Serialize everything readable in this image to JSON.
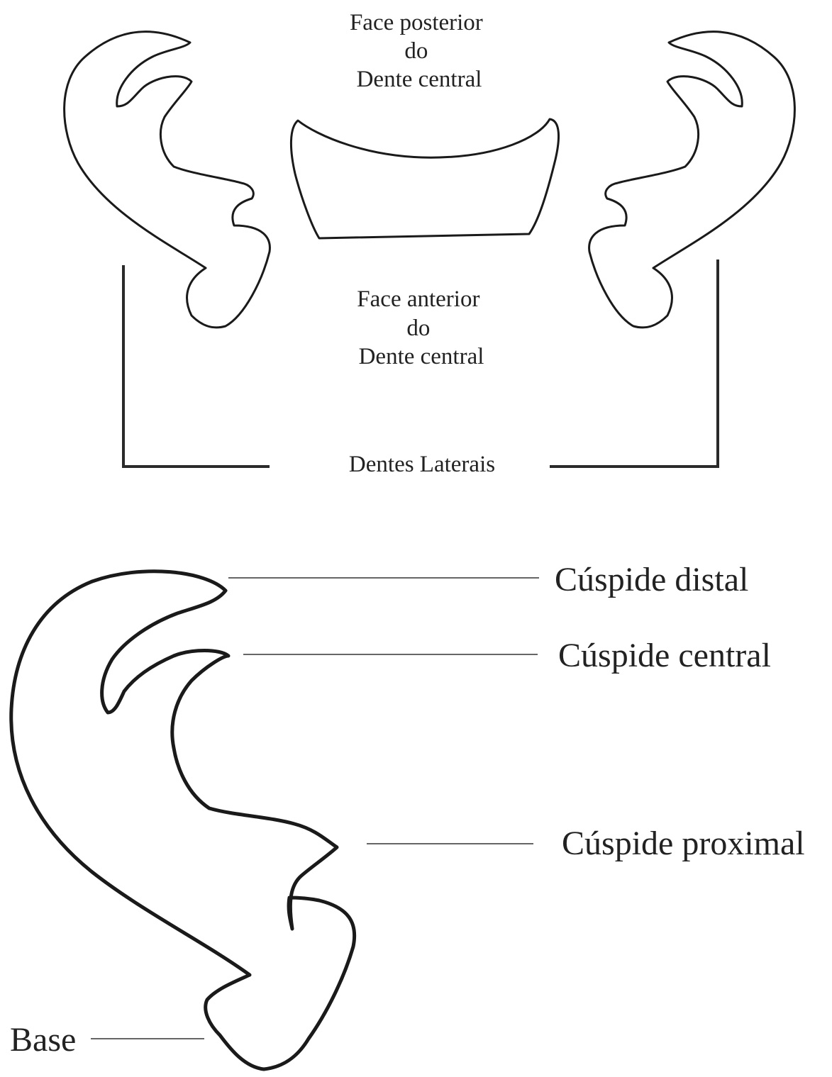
{
  "top": {
    "posterior_face": [
      "Face posterior",
      "do",
      "Dente central"
    ],
    "anterior_face": [
      "Face anterior",
      "do",
      "Dente central"
    ],
    "lateral_teeth": "Dentes Laterais"
  },
  "bottom": {
    "distal_cusp": "Cúspide distal",
    "central_cusp": "Cúspide central",
    "proximal_cusp": "Cúspide proximal",
    "base": "Base"
  }
}
